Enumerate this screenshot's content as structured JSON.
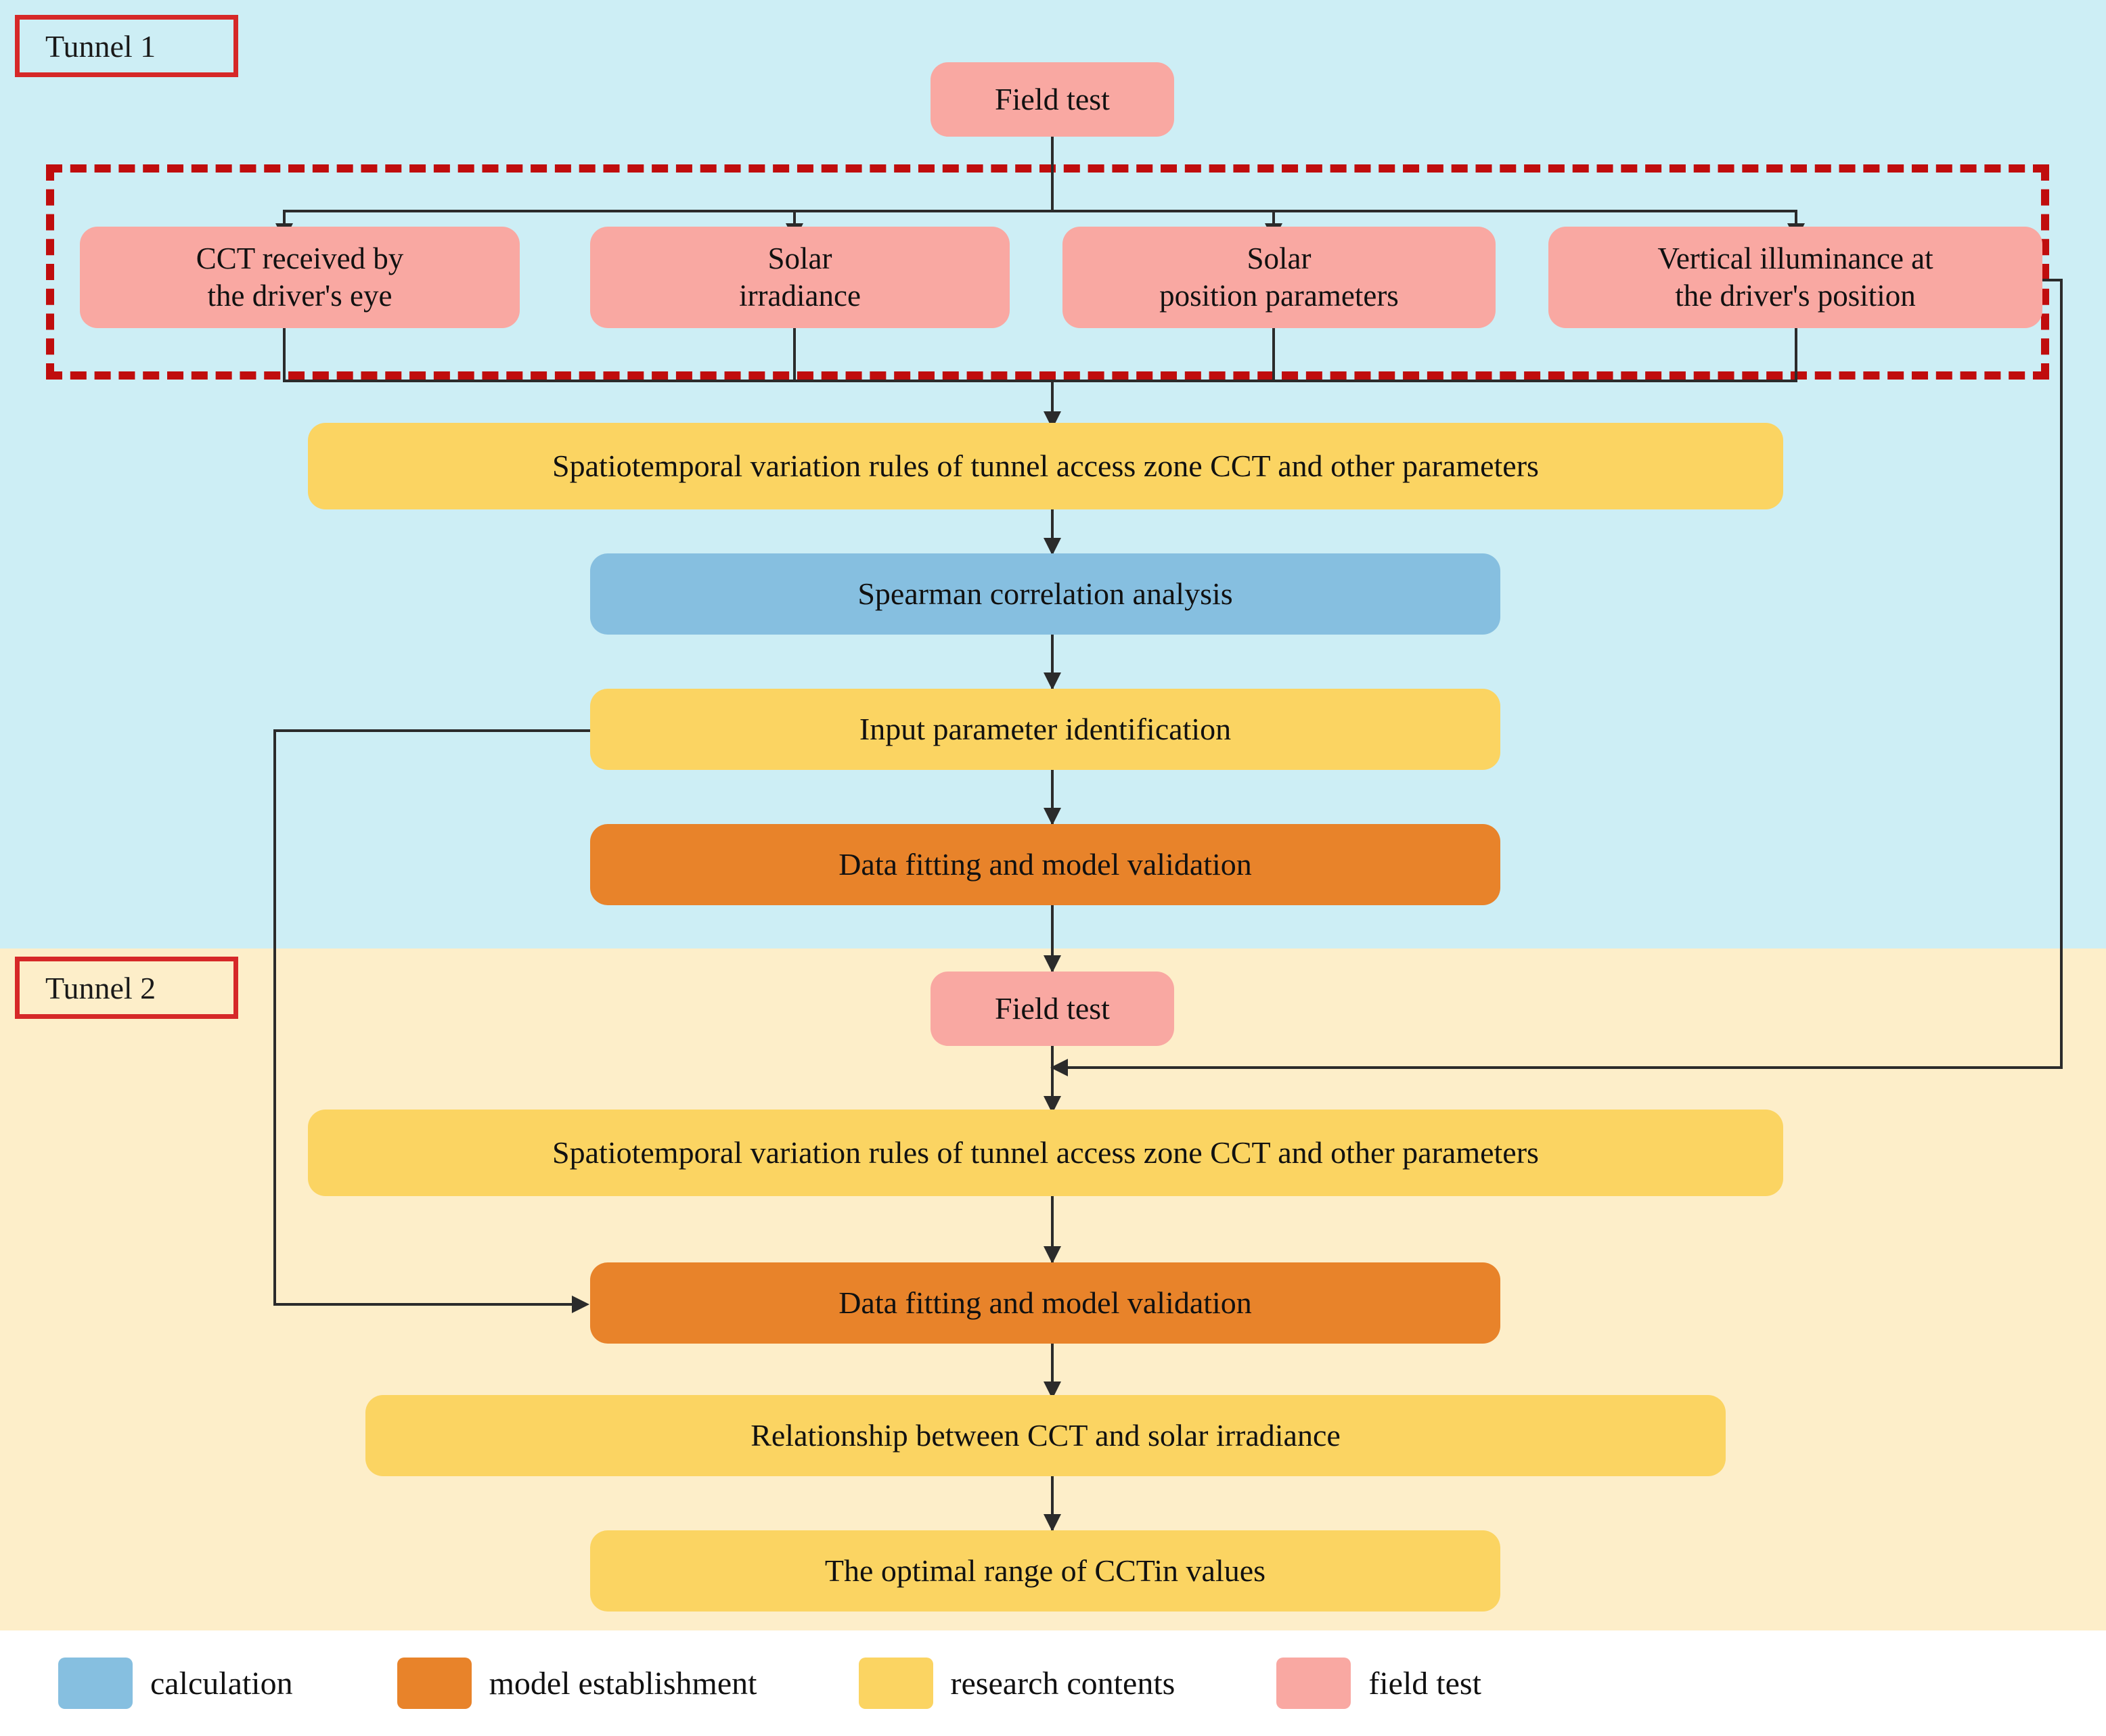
{
  "sections": [
    {
      "label": "Tunnel 1"
    },
    {
      "label": "Tunnel 2"
    }
  ],
  "colors": {
    "tunnel1_band": "#cdeef5",
    "tunnel2_band": "#fdeec9",
    "field_test": "#f9a8a2",
    "research_contents": "#fbd462",
    "calculation": "#86bfe0",
    "model_establishment": "#e8832a",
    "dashed_outline": "#c00d0d",
    "section_label_border": "#d62828",
    "connector": "#2b2b2b"
  },
  "nodes": {
    "t1_field_test": "Field test",
    "cct_driver_eye_line1": "CCT received by",
    "cct_driver_eye_line2": "the driver's eye",
    "solar_irradiance_line1": "Solar",
    "solar_irradiance_line2": "irradiance",
    "solar_position_line1": "Solar",
    "solar_position_line2": "position parameters",
    "vertical_illuminance_line1": "Vertical illuminance at",
    "vertical_illuminance_line2": "the driver's position",
    "t1_spatiotemporal": "Spatiotemporal variation rules of tunnel access zone CCT and other parameters",
    "spearman": "Spearman correlation analysis",
    "input_param": "Input parameter identification",
    "t1_data_fitting": "Data fitting and model validation",
    "t2_field_test": "Field test",
    "t2_spatiotemporal": "Spatiotemporal variation rules of tunnel access zone CCT and other parameters",
    "t2_data_fitting": "Data fitting and model validation",
    "relationship": "Relationship between CCT and solar irradiance",
    "optimal_range": "The optimal range of CCTin values"
  },
  "legend": [
    {
      "label": "calculation",
      "color": "#86bfe0"
    },
    {
      "label": "model establishment",
      "color": "#e8832a"
    },
    {
      "label": "research contents",
      "color": "#fbd462"
    },
    {
      "label": "field test",
      "color": "#f9a8a2"
    }
  ],
  "chart_data": {
    "type": "flowchart",
    "title": "Research framework flowchart",
    "swimlanes": [
      "Tunnel 1",
      "Tunnel 2"
    ],
    "node_categories": {
      "field test": "#f9a8a2",
      "research contents": "#fbd462",
      "calculation": "#86bfe0",
      "model establishment": "#e8832a"
    },
    "nodes": [
      {
        "id": "t1_field_test",
        "label": "Field test",
        "category": "field test",
        "lane": "Tunnel 1"
      },
      {
        "id": "cct_eye",
        "label": "CCT received by the driver's eye",
        "category": "field test",
        "lane": "Tunnel 1",
        "in_dashed_group": true
      },
      {
        "id": "solar_irr",
        "label": "Solar irradiance",
        "category": "field test",
        "lane": "Tunnel 1",
        "in_dashed_group": true
      },
      {
        "id": "solar_pos",
        "label": "Solar position parameters",
        "category": "field test",
        "lane": "Tunnel 1",
        "in_dashed_group": true
      },
      {
        "id": "vert_illum",
        "label": "Vertical illuminance at the driver's position",
        "category": "field test",
        "lane": "Tunnel 1",
        "in_dashed_group": true
      },
      {
        "id": "t1_spatiotemporal",
        "label": "Spatiotemporal variation rules of tunnel access zone CCT and other parameters",
        "category": "research contents",
        "lane": "Tunnel 1"
      },
      {
        "id": "spearman",
        "label": "Spearman correlation analysis",
        "category": "calculation",
        "lane": "Tunnel 1"
      },
      {
        "id": "input_param",
        "label": "Input parameter identification",
        "category": "research contents",
        "lane": "Tunnel 1"
      },
      {
        "id": "t1_data_fitting",
        "label": "Data fitting and model validation",
        "category": "model establishment",
        "lane": "Tunnel 1"
      },
      {
        "id": "t2_field_test",
        "label": "Field test",
        "category": "field test",
        "lane": "Tunnel 2"
      },
      {
        "id": "t2_spatiotemporal",
        "label": "Spatiotemporal variation rules of tunnel access zone CCT and other parameters",
        "category": "research contents",
        "lane": "Tunnel 2"
      },
      {
        "id": "t2_data_fitting",
        "label": "Data fitting and model validation",
        "category": "model establishment",
        "lane": "Tunnel 2"
      },
      {
        "id": "relationship",
        "label": "Relationship between CCT and solar irradiance",
        "category": "research contents",
        "lane": "Tunnel 2"
      },
      {
        "id": "optimal_range",
        "label": "The optimal range of CCTin values",
        "category": "research contents",
        "lane": "Tunnel 2"
      }
    ],
    "edges": [
      {
        "from": "t1_field_test",
        "to": "cct_eye"
      },
      {
        "from": "t1_field_test",
        "to": "solar_irr"
      },
      {
        "from": "t1_field_test",
        "to": "solar_pos"
      },
      {
        "from": "t1_field_test",
        "to": "vert_illum"
      },
      {
        "from": "cct_eye",
        "to": "t1_spatiotemporal"
      },
      {
        "from": "solar_irr",
        "to": "t1_spatiotemporal"
      },
      {
        "from": "solar_pos",
        "to": "t1_spatiotemporal"
      },
      {
        "from": "vert_illum",
        "to": "t1_spatiotemporal"
      },
      {
        "from": "t1_spatiotemporal",
        "to": "spearman"
      },
      {
        "from": "spearman",
        "to": "input_param"
      },
      {
        "from": "input_param",
        "to": "t1_data_fitting"
      },
      {
        "from": "input_param",
        "to": "t2_data_fitting",
        "routing": "left loop-back"
      },
      {
        "from": "t1_data_fitting",
        "to": "t2_field_test"
      },
      {
        "from": "vert_illum",
        "to": "t2_spatiotemporal",
        "routing": "right loop-around"
      },
      {
        "from": "t2_field_test",
        "to": "t2_spatiotemporal"
      },
      {
        "from": "t2_spatiotemporal",
        "to": "t2_data_fitting"
      },
      {
        "from": "t2_data_fitting",
        "to": "relationship"
      },
      {
        "from": "relationship",
        "to": "optimal_range"
      }
    ]
  }
}
